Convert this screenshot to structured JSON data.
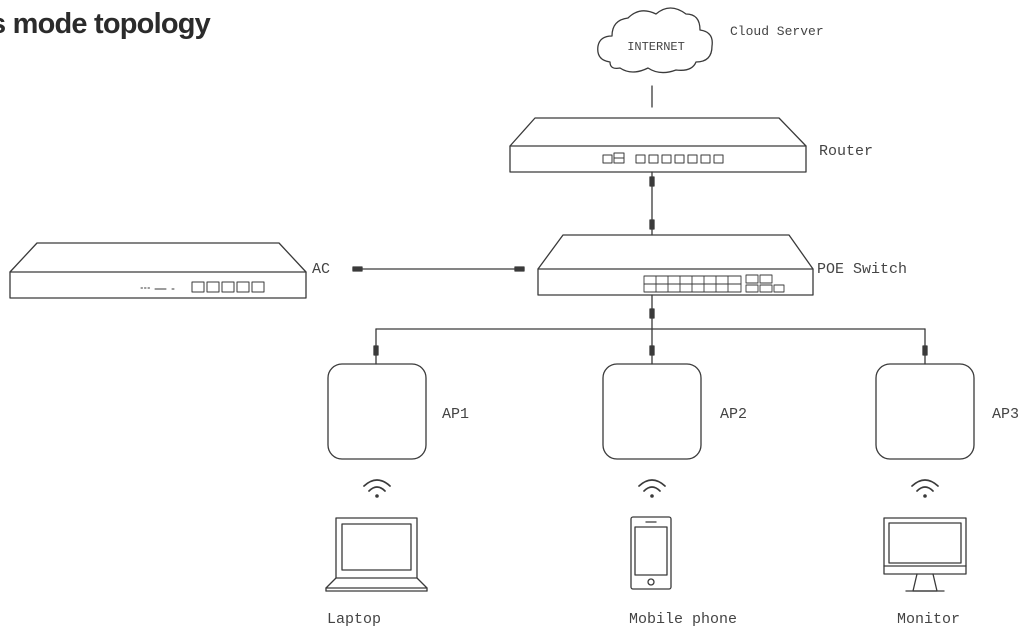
{
  "title": "s mode topology",
  "nodes": {
    "cloud": {
      "text": "INTERNET",
      "caption": "Cloud Server"
    },
    "router": {
      "label": "Router"
    },
    "poe_switch": {
      "label": "POE Switch"
    },
    "ac": {
      "label": "AC"
    },
    "ap1": {
      "label": "AP1"
    },
    "ap2": {
      "label": "AP2"
    },
    "ap3": {
      "label": "AP3"
    },
    "laptop": {
      "label": "Laptop"
    },
    "phone": {
      "label": "Mobile phone"
    },
    "monitor": {
      "label": "Monitor"
    }
  },
  "colors": {
    "stroke": "#3a3a3a",
    "text": "#444444",
    "background": "#ffffff"
  },
  "icons": [
    "cloud-icon",
    "router-icon",
    "switch-icon",
    "controller-icon",
    "access-point-icon",
    "wifi-icon",
    "laptop-icon",
    "phone-icon",
    "monitor-icon"
  ]
}
